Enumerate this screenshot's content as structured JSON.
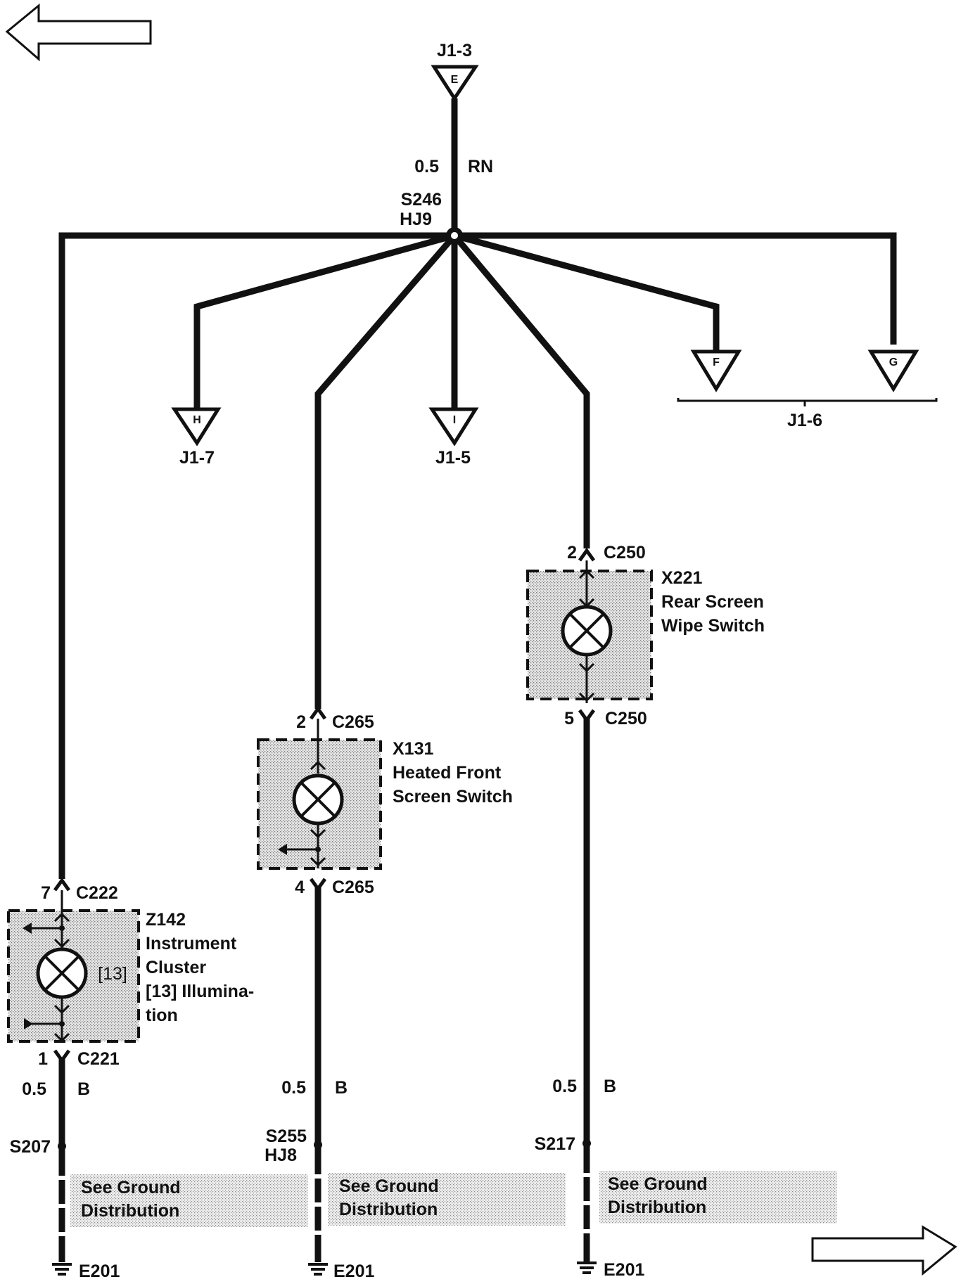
{
  "nav": {
    "back_arrow": "back-arrow-icon",
    "forward_arrow": "forward-arrow-icon"
  },
  "feed": {
    "connector": "J1-3",
    "pin": "E",
    "wire_size": "0.5",
    "wire_color": "RN"
  },
  "splice": {
    "id": "S246",
    "harness": "HJ9"
  },
  "outputs": {
    "h": {
      "pin": "H",
      "connector": "J1-7"
    },
    "i": {
      "pin": "I",
      "connector": "J1-5"
    },
    "f": {
      "pin": "F"
    },
    "g": {
      "pin": "G"
    },
    "fg_connector": "J1-6"
  },
  "components": {
    "z142": {
      "in_pin": "7",
      "in_connector": "C222",
      "out_pin": "1",
      "out_connector": "C221",
      "id": "Z142",
      "name_lines": [
        "Instrument",
        "Cluster",
        "[13] Illumina-",
        "tion"
      ],
      "ref": "[13]"
    },
    "x131": {
      "in_pin": "2",
      "in_connector": "C265",
      "out_pin": "4",
      "out_connector": "C265",
      "id": "X131",
      "name_lines": [
        "Heated Front",
        "Screen Switch"
      ]
    },
    "x221": {
      "in_pin": "2",
      "in_connector": "C250",
      "out_pin": "5",
      "out_connector": "C250",
      "id": "X221",
      "name_lines": [
        "Rear Screen",
        "Wipe Switch"
      ]
    }
  },
  "grounds": {
    "left": {
      "wire_size": "0.5",
      "wire_color": "B",
      "splice": "S207",
      "note_lines": [
        "See Ground",
        "Distribution"
      ],
      "ground": "E201"
    },
    "mid": {
      "wire_size": "0.5",
      "wire_color": "B",
      "splice": "S255",
      "harness": "HJ8",
      "note_lines": [
        "See Ground",
        "Distribution"
      ],
      "ground": "E201"
    },
    "right": {
      "wire_size": "0.5",
      "wire_color": "B",
      "splice": "S217",
      "note_lines": [
        "See Ground",
        "Distribution"
      ],
      "ground": "E201"
    }
  },
  "icons": {
    "lamp": "lamp-icon",
    "ground": "ground-icon",
    "splice_node": "splice-node-icon"
  }
}
